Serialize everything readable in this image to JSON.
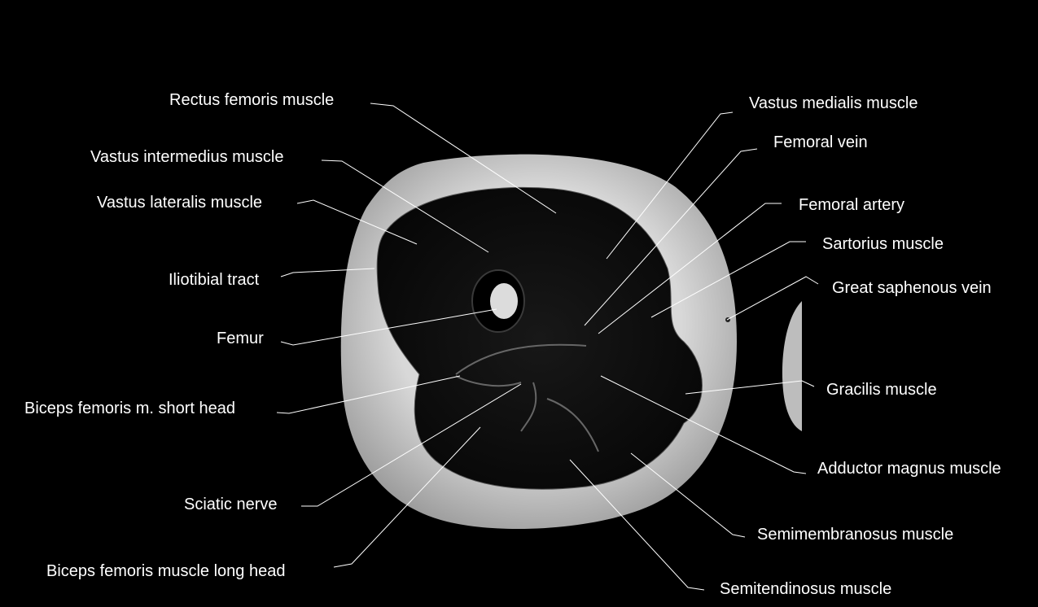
{
  "labels": [
    {
      "id": "rectus-femoris",
      "text": "Rectus femoris muscle"
    },
    {
      "id": "vastus-intermedius",
      "text": "Vastus intermedius muscle"
    },
    {
      "id": "vastus-lateralis",
      "text": "Vastus lateralis muscle"
    },
    {
      "id": "iliotibial-tract",
      "text": "Iliotibial tract"
    },
    {
      "id": "femur",
      "text": "Femur"
    },
    {
      "id": "biceps-short-head",
      "text": "Biceps femoris m. short head"
    },
    {
      "id": "sciatic-nerve",
      "text": "Sciatic nerve"
    },
    {
      "id": "biceps-long-head",
      "text": "Biceps femoris muscle long head"
    },
    {
      "id": "vastus-medialis",
      "text": "Vastus medialis muscle"
    },
    {
      "id": "femoral-vein",
      "text": "Femoral vein"
    },
    {
      "id": "femoral-artery",
      "text": "Femoral artery"
    },
    {
      "id": "sartorius",
      "text": "Sartorius muscle"
    },
    {
      "id": "great-saphenous-vein",
      "text": "Great saphenous vein"
    },
    {
      "id": "gracilis",
      "text": "Gracilis muscle"
    },
    {
      "id": "adductor-magnus",
      "text": "Adductor magnus muscle"
    },
    {
      "id": "semimembranosus",
      "text": "Semimembranosus muscle"
    },
    {
      "id": "semitendinosus",
      "text": "Semitendinosus muscle"
    }
  ],
  "colors": {
    "background": "#000000",
    "label": "#ffffff",
    "leader_line": "#ffffff",
    "fat": "#c8c8c8",
    "muscle": "#0c0c0c"
  }
}
